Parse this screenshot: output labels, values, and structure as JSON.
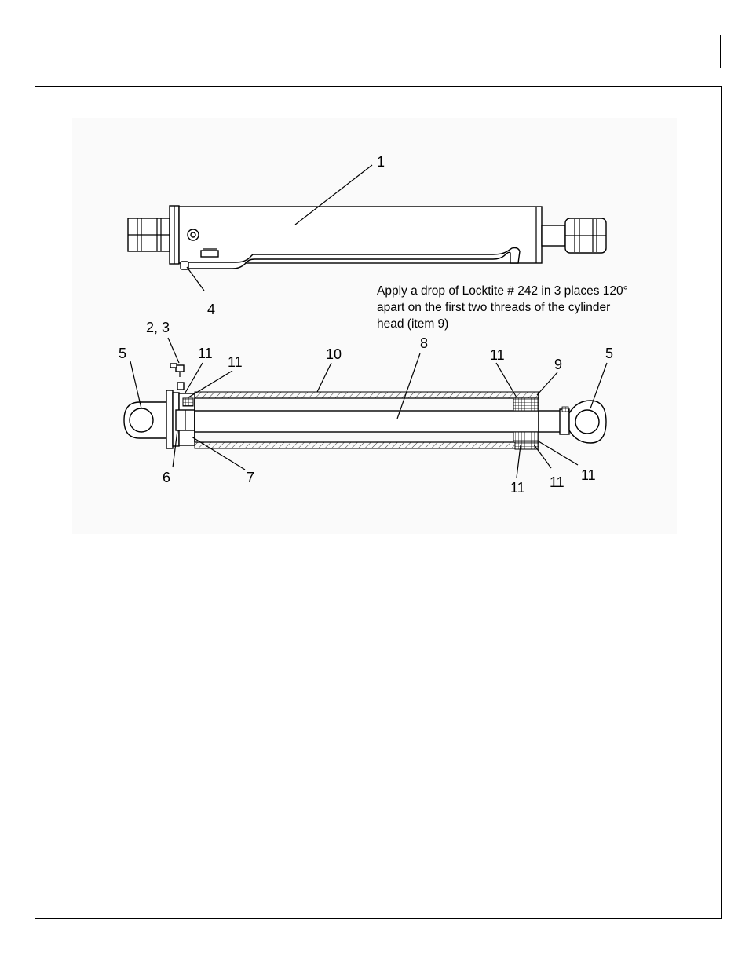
{
  "header": {
    "title": ""
  },
  "figure": {
    "callouts": {
      "c1": "1",
      "c4": "4",
      "c23": "2, 3",
      "c5_left": "5",
      "c5_right": "5",
      "c11_a": "11",
      "c11_b": "11",
      "c10": "10",
      "c8": "8",
      "c11_c": "11",
      "c9": "9",
      "c6": "6",
      "c7": "7",
      "c11_d": "11",
      "c11_e": "11",
      "c11_f": "11"
    },
    "note": {
      "line1": "Apply a drop of Locktite # 242 in 3 places 120°",
      "line2": "apart on the first two threads of the cylinder",
      "line3": "head (item 9)"
    }
  }
}
